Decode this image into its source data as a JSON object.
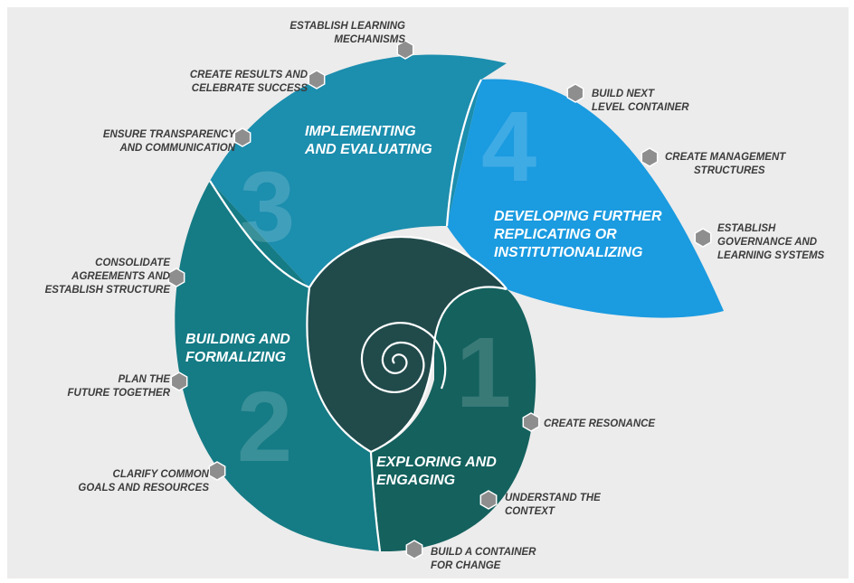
{
  "phases": [
    {
      "number": "1",
      "title_lines": [
        "EXPLORING AND",
        "ENGAGING"
      ],
      "color": "#14615e"
    },
    {
      "number": "2",
      "title_lines": [
        "BUILDING AND",
        "FORMALIZING"
      ],
      "color": "#157b85"
    },
    {
      "number": "3",
      "title_lines": [
        "IMPLEMENTING",
        "AND EVALUATING"
      ],
      "color": "#1c8eae"
    },
    {
      "number": "4",
      "title_lines": [
        "DEVELOPING FURTHER",
        "REPLICATING OR",
        "INSTITUTIONALIZING"
      ],
      "color": "#1b9be0"
    }
  ],
  "core_color": "#214a4b",
  "steps": [
    {
      "key": "establish_learning_mechanisms",
      "lines": [
        "ESTABLISH LEARNING",
        "MECHANISMS"
      ]
    },
    {
      "key": "create_results",
      "lines": [
        "CREATE RESULTS AND",
        "CELEBRATE SUCCESS"
      ]
    },
    {
      "key": "ensure_transparency",
      "lines": [
        "ENSURE TRANSPARENCY",
        "AND COMMUNICATION"
      ]
    },
    {
      "key": "consolidate_agreements",
      "lines": [
        "CONSOLIDATE",
        "AGREEMENTS AND",
        "ESTABLISH STRUCTURE"
      ]
    },
    {
      "key": "plan_future",
      "lines": [
        "PLAN THE",
        "FUTURE TOGETHER"
      ]
    },
    {
      "key": "clarify_goals",
      "lines": [
        "CLARIFY COMMON",
        "GOALS AND RESOURCES"
      ]
    },
    {
      "key": "build_next_container",
      "lines": [
        "BUILD NEXT",
        "LEVEL CONTAINER"
      ]
    },
    {
      "key": "create_management",
      "lines": [
        "CREATE MANAGEMENT",
        "STRUCTURES"
      ]
    },
    {
      "key": "establish_governance",
      "lines": [
        "ESTABLISH",
        "GOVERNANCE AND",
        "LEARNING SYSTEMS"
      ]
    },
    {
      "key": "create_resonance",
      "lines": [
        "CREATE RESONANCE"
      ]
    },
    {
      "key": "understand_context",
      "lines": [
        "UNDERSTAND THE",
        "CONTEXT"
      ]
    },
    {
      "key": "build_container",
      "lines": [
        "BUILD A CONTAINER",
        "FOR CHANGE"
      ]
    }
  ],
  "hexagon_color": "#8e8e8e"
}
